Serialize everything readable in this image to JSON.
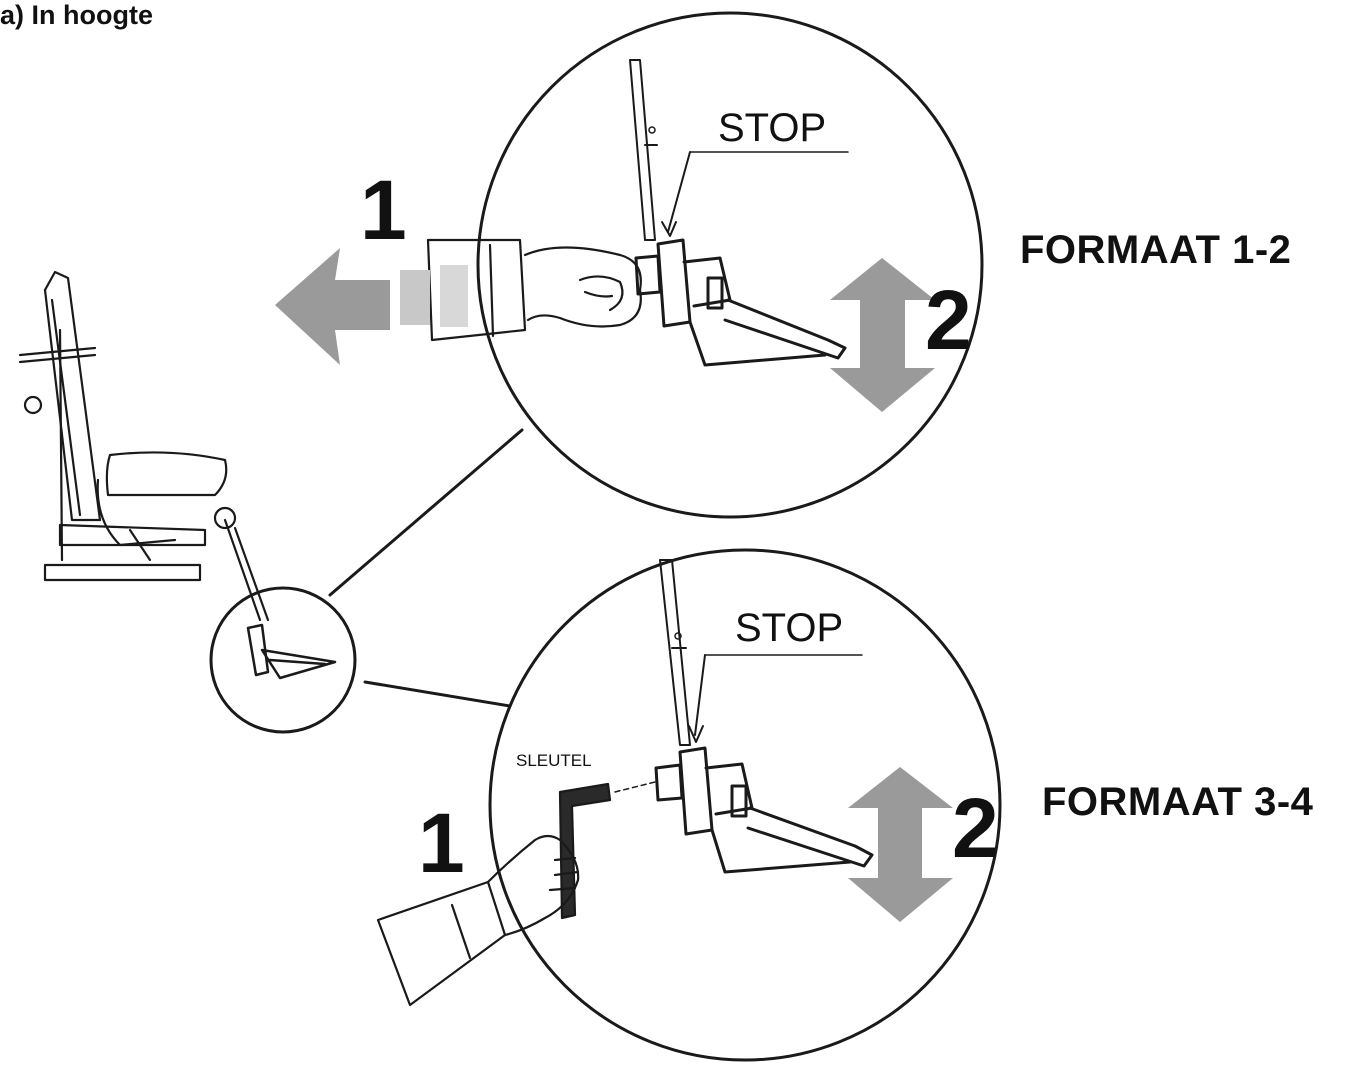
{
  "title": "a) In hoogte",
  "panels": [
    {
      "format": "FORMAAT 1-2",
      "stop": "STOP",
      "step1": "1",
      "step2": "2"
    },
    {
      "format": "FORMAAT 3-4",
      "stop": "STOP",
      "step1": "1",
      "step2": "2",
      "tool": "SLEUTEL"
    }
  ],
  "colors": {
    "line": "#1a1a1a",
    "arrow": "#9a9a9a",
    "arrowLight": "#c8c8c8"
  }
}
